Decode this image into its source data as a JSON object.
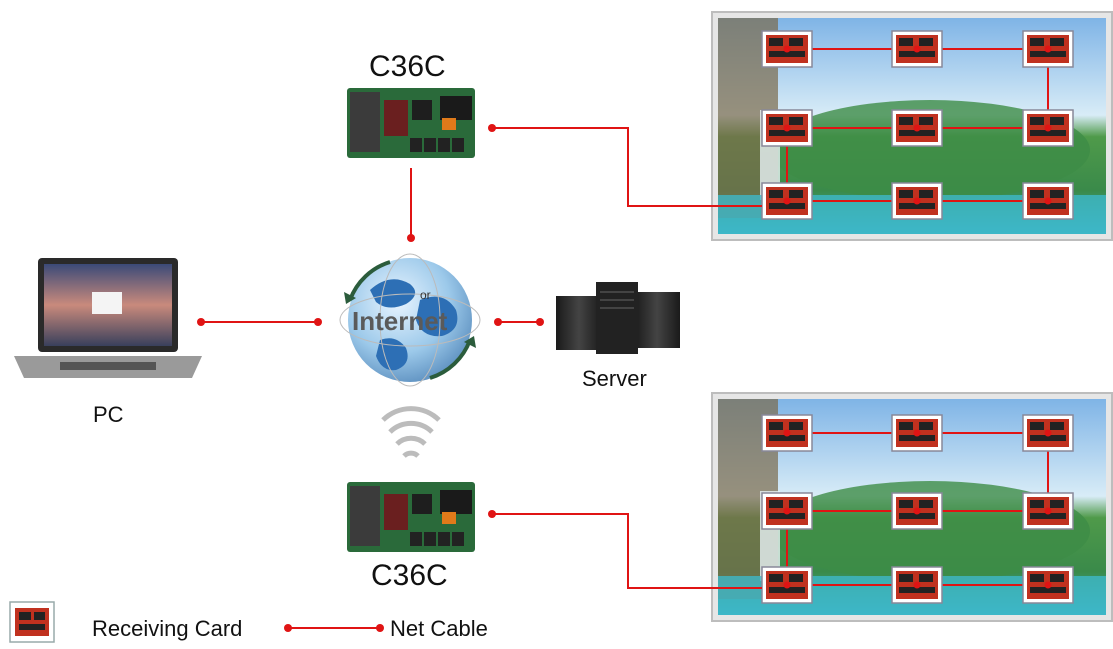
{
  "top_controller": {
    "label": "C36C"
  },
  "bottom_controller": {
    "label": "C36C"
  },
  "pc": {
    "label": "PC"
  },
  "server": {
    "label": "Server"
  },
  "internet": {
    "label": "Internet",
    "or_text": "or"
  },
  "legend": {
    "receiving_card_label": "Receiving Card",
    "net_cable_label": "Net Cable"
  },
  "colors": {
    "cable": "#e01414",
    "board": "#2a6a3a",
    "card": "#c0311f",
    "screen_frame": "#cfcfcf"
  }
}
